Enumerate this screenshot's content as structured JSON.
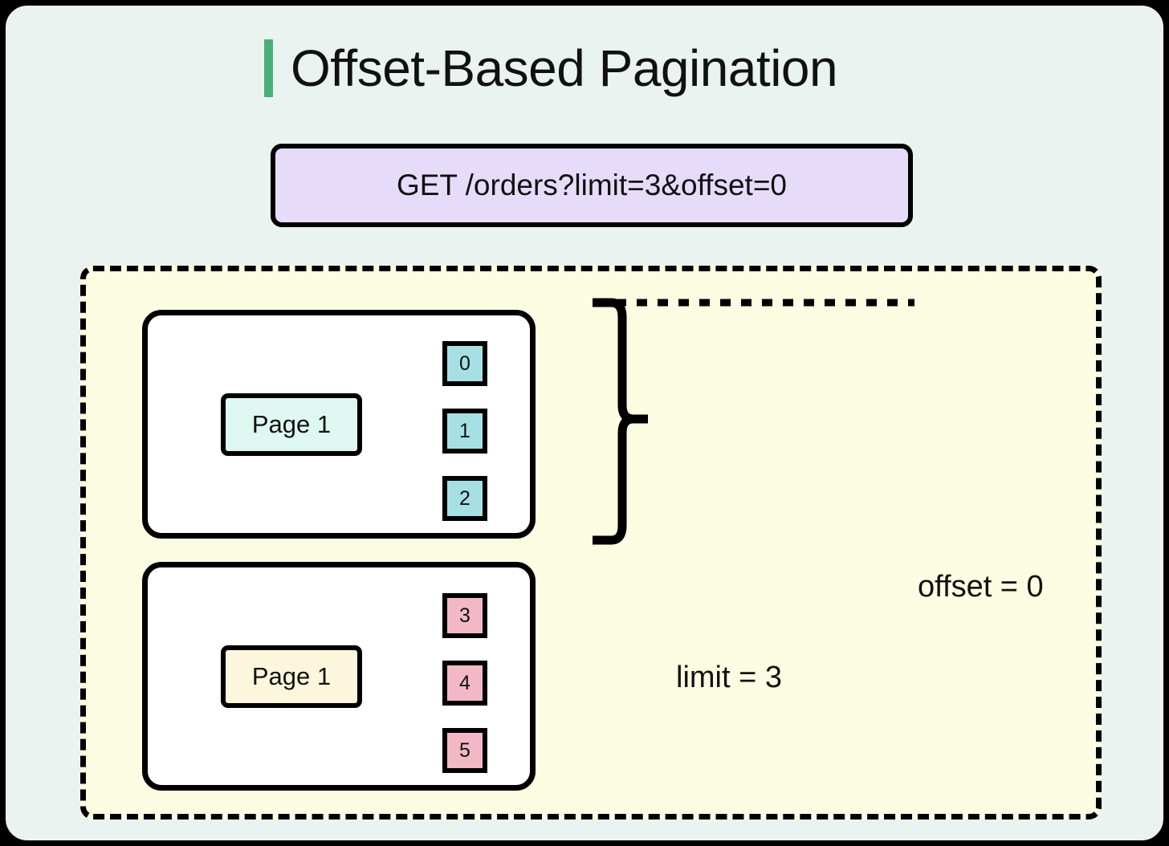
{
  "diagram": {
    "title": "Offset-Based Pagination",
    "accent_color": "#4CAF78",
    "canvas_bg": "#EAF3EF",
    "request": {
      "label": "GET /orders?limit=3&offset=0",
      "bg_color": "#E6DCFA"
    },
    "region": {
      "bg_color": "#FBFCE1",
      "border_style": "dashed"
    },
    "cards": [
      {
        "page_label": "Page 1",
        "label_bg": "#DEF7F0",
        "item_bg": "#A7E0E4",
        "items": [
          "0",
          "1",
          "2"
        ]
      },
      {
        "page_label": "Page 1",
        "label_bg": "#FCF6DC",
        "item_bg": "#F2B8C6",
        "items": [
          "3",
          "4",
          "5"
        ]
      }
    ],
    "annotations": {
      "offset": "offset = 0",
      "limit": "limit = 3"
    }
  }
}
